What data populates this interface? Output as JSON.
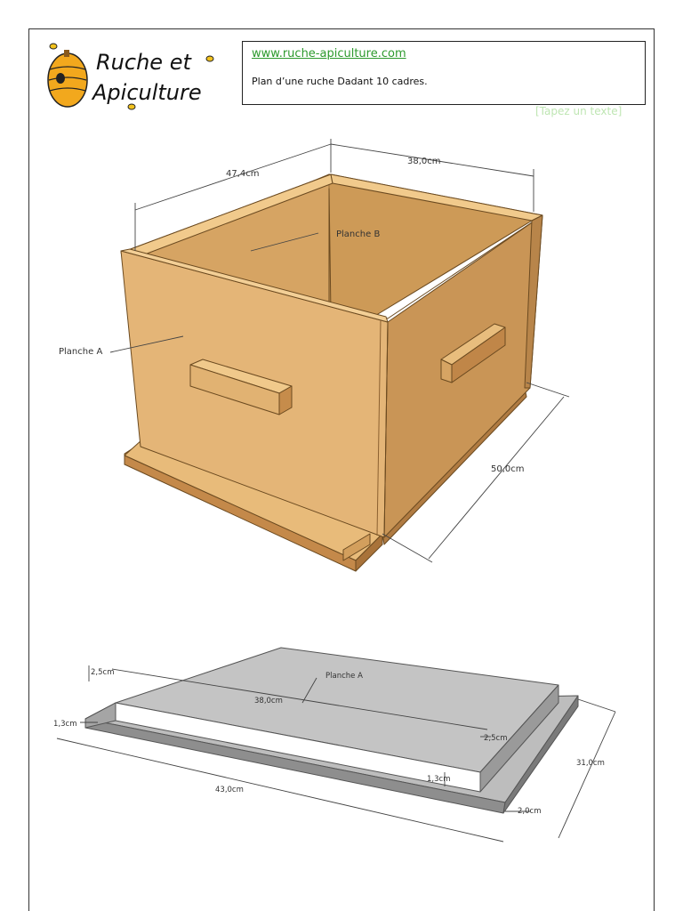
{
  "header": {
    "website": "www.ruche-apiculture.com",
    "description": "Plan d’une ruche Dadant 10 cadres.",
    "placeholder": "[Tapez un texte]"
  },
  "logo": {
    "line1": "Ruche et",
    "line2": "Apiculture"
  },
  "hive": {
    "dim_width": "47,4cm",
    "dim_depth": "38,0cm",
    "dim_length": "50,0cm",
    "label_a": "Planche A",
    "label_b": "Planche B"
  },
  "lid": {
    "label_a": "Planche A",
    "dim_top_left": "2,5cm",
    "dim_inner": "38,0cm",
    "dim_rim_left": "1,3cm",
    "dim_rim_right": "2,5cm",
    "dim_total": "43,0cm",
    "dim_rim_inner": "1,3cm",
    "dim_width": "31,0cm",
    "dim_edge": "2,0cm"
  },
  "colors": {
    "wood_front": "#e3b474",
    "wood_side": "#cc9a5c",
    "wood_top": "#f0c98b",
    "lid_top": "#bdbdbd",
    "lid_side": "#8e8e8e",
    "link_green": "#2d9a2d"
  }
}
